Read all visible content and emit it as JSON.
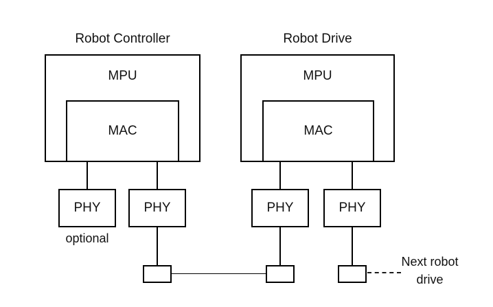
{
  "colors": {
    "background": "#ffffff",
    "line": "#000000",
    "text": "#111111"
  },
  "controller": {
    "title": "Robot Controller",
    "mpu_label": "MPU",
    "mac_label": "MAC",
    "phy_optional_label": "PHY",
    "phy_main_label": "PHY",
    "optional_note": "optional"
  },
  "drive": {
    "title": "Robot Drive",
    "mpu_label": "MPU",
    "mac_label": "MAC",
    "phy_upstream_label": "PHY",
    "phy_downstream_label": "PHY"
  },
  "annotation": {
    "next_line1": "Next robot",
    "next_line2": "drive"
  }
}
